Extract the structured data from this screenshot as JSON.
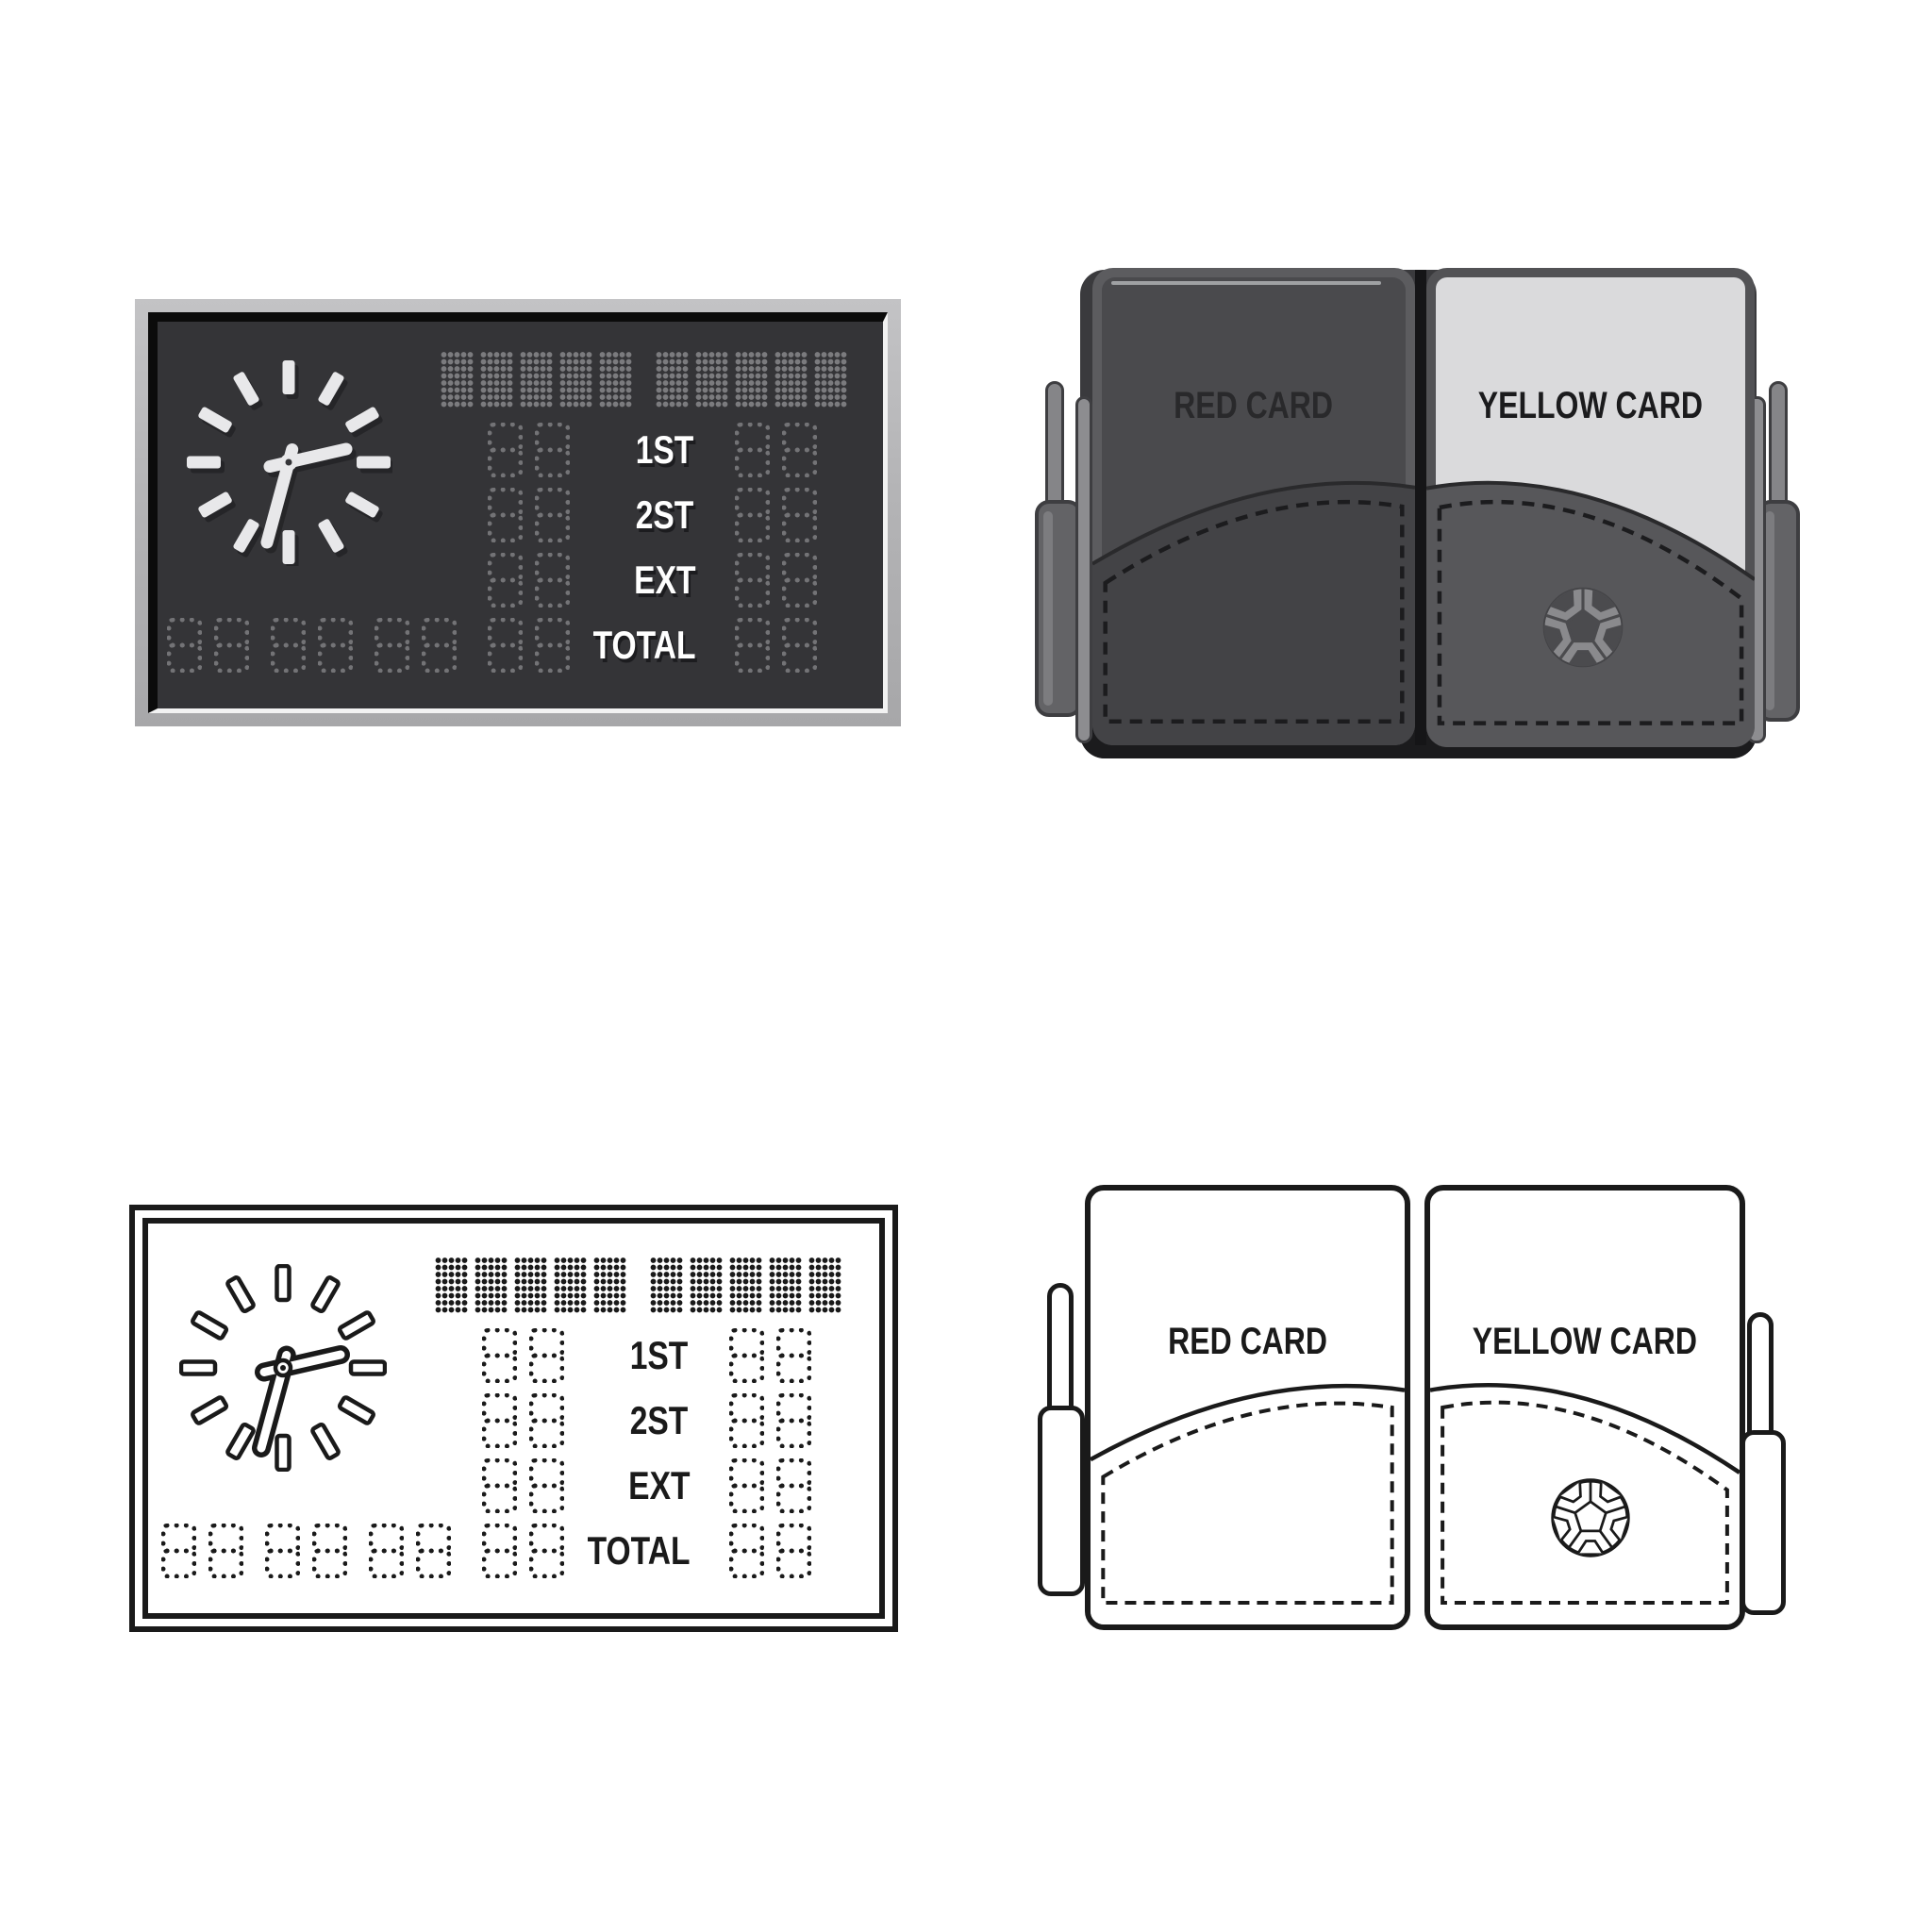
{
  "scoreboard_mono": {
    "rows": [
      "1ST",
      "2ST",
      "EXT",
      "TOTAL"
    ]
  },
  "scoreboard_outline": {
    "rows": [
      "1ST",
      "2ST",
      "EXT",
      "TOTAL"
    ]
  },
  "cards_mono": {
    "left_label": "RED CARD",
    "right_label": "YELLOW CARD"
  },
  "cards_outline": {
    "left_label": "RED CARD",
    "right_label": "YELLOW CARD"
  },
  "colors": {
    "page_background": "#ffffff",
    "frame_gray": "#b9b9bb",
    "screen_dark": "#343437",
    "bevel_dark": "#0b0b0b",
    "bevel_light": "#f2f2f2",
    "dot_gray": "#7b7b7e",
    "digit_gray": "#737376",
    "label_white": "#ffffff",
    "outline_black": "#1a1a1a",
    "card_outer_gray": "#5c5c5f",
    "card_inner_dark": "#4a4a4d",
    "card_inner_light": "#dadadc",
    "pocket_dark": "#434346",
    "pocket_mid": "#57575a",
    "stitch_dark": "#1c1c1e",
    "pen_gray": "#858588",
    "sleeve_gray": "#636366",
    "wallet_back": "#3a3a3d",
    "bottom_strip": "#1b1b1d",
    "ball_base": "#8a8a8d",
    "ball_dark": "#4b4b4e"
  }
}
